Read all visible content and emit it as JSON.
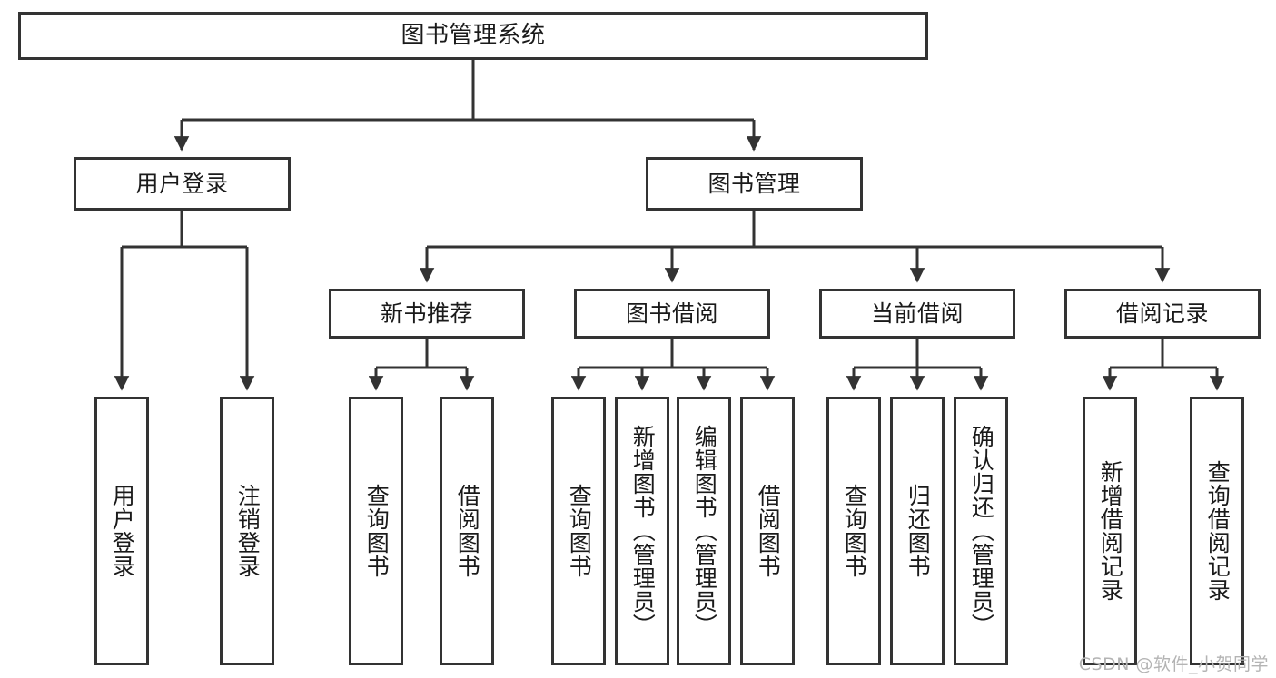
{
  "diagram": {
    "type": "tree-hierarchy-chart",
    "title_text": "图书管理系统",
    "colors": {
      "stroke": "#333333",
      "fill": "#ffffff",
      "text": "#1a1a1a",
      "watermark": "#b4b4b4"
    },
    "nodes": {
      "root": {
        "label": "图书管理系统"
      },
      "level2": [
        {
          "id": "user-login",
          "label": "用户登录"
        },
        {
          "id": "book-management",
          "label": "图书管理"
        }
      ],
      "level3": [
        {
          "id": "new-book-recommend",
          "label": "新书推荐"
        },
        {
          "id": "book-borrow",
          "label": "图书借阅"
        },
        {
          "id": "current-borrow",
          "label": "当前借阅"
        },
        {
          "id": "borrow-record",
          "label": "借阅记录"
        }
      ],
      "leaves": [
        {
          "id": "leaf-user-login",
          "label": "用户登录",
          "parent": "user-login"
        },
        {
          "id": "leaf-logout-login",
          "label": "注销登录",
          "parent": "user-login"
        },
        {
          "id": "leaf-query-book-1",
          "label": "查询图书",
          "parent": "new-book-recommend"
        },
        {
          "id": "leaf-borrow-book-1",
          "label": "借阅图书",
          "parent": "new-book-recommend"
        },
        {
          "id": "leaf-query-book-2",
          "label": "查询图书",
          "parent": "book-borrow"
        },
        {
          "id": "leaf-add-book-admin",
          "label": "新增图书（管理员）",
          "parent": "book-borrow"
        },
        {
          "id": "leaf-edit-book-admin",
          "label": "编辑图书（管理员）",
          "parent": "book-borrow"
        },
        {
          "id": "leaf-borrow-book-2",
          "label": "借阅图书",
          "parent": "book-borrow"
        },
        {
          "id": "leaf-query-book-3",
          "label": "查询图书",
          "parent": "current-borrow"
        },
        {
          "id": "leaf-return-book",
          "label": "归还图书",
          "parent": "current-borrow"
        },
        {
          "id": "leaf-confirm-return-admin",
          "label": "确认归还（管理员）",
          "parent": "current-borrow"
        },
        {
          "id": "leaf-add-borrow-record",
          "label": "新增借阅记录",
          "parent": "borrow-record"
        },
        {
          "id": "leaf-query-borrow-record",
          "label": "查询借阅记录",
          "parent": "borrow-record"
        }
      ]
    },
    "watermark": "CSDN @软件_小贺同学"
  }
}
